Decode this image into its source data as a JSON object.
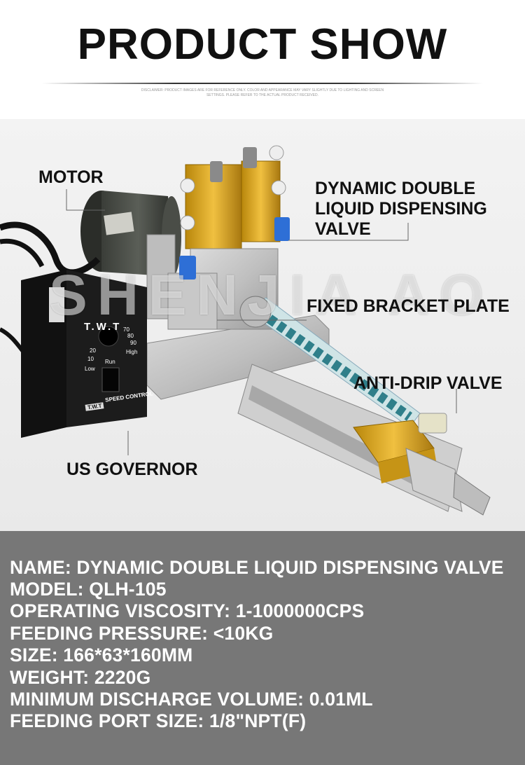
{
  "header": {
    "title": "PRODUCT SHOW",
    "disclaimer": "DISCLAIMER: PRODUCT IMAGES ARE FOR REFERENCE ONLY. COLOR AND APPEARANCE MAY VARY SLIGHTLY DUE TO LIGHTING AND SCREEN SETTINGS. PLEASE REFER TO THE ACTUAL PRODUCT RECEIVED."
  },
  "photo": {
    "watermark": "SHENJIA AO",
    "callouts": {
      "motor": "MOTOR",
      "valve_line1": "DYNAMIC DOUBLE",
      "valve_line2": "LIQUID DISPENSING",
      "valve_line3": "VALVE",
      "bracket": "FIXED BRACKET PLATE",
      "antidrip": "ANTI-DRIP VALVE",
      "governor": "US GOVERNOR"
    },
    "governor_panel": {
      "brand": "T.W.T",
      "low": "Low",
      "high": "High",
      "run": "Run",
      "speed_control": "SPEED CONTROL",
      "brand_small": "T.W.T",
      "dial": [
        "10",
        "20",
        "70",
        "80",
        "90"
      ]
    }
  },
  "specs": [
    "NAME: DYNAMIC DOUBLE LIQUID DISPENSING VALVE",
    "MODEL: QLH-105",
    "OPERATING VISCOSITY: 1-1000000CPS",
    "FEEDING PRESSURE: <10KG",
    "SIZE: 166*63*160MM",
    "WEIGHT: 2220G",
    "MINIMUM DISCHARGE VOLUME: 0.01ML",
    "FEEDING PORT SIZE: 1/8\"NPT(F)"
  ],
  "colors": {
    "spec_band": "#777777",
    "valve_gold": "#d9a521",
    "governor_body": "#1b1b1b",
    "nozzle_teal": "#2f7f8a",
    "fitting_blue": "#2e6fd6"
  }
}
